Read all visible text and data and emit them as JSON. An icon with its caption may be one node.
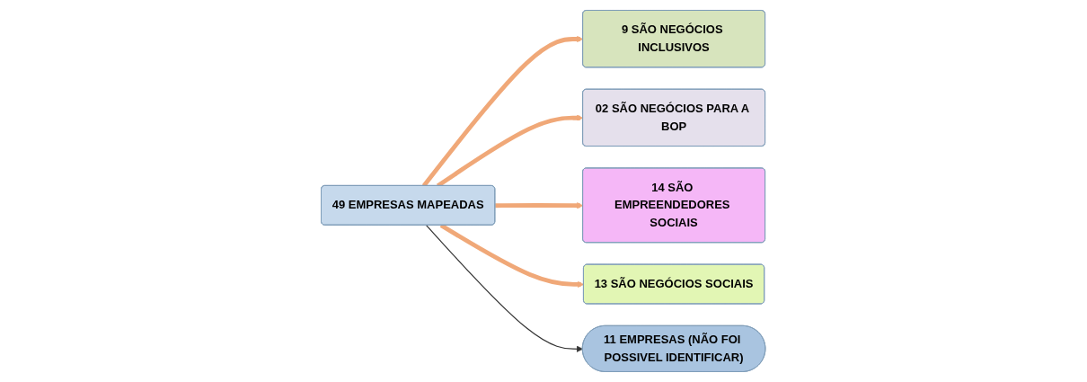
{
  "diagram": {
    "nodes": [
      {
        "text": [
          "49 EMPRESAS MAPEADAS"
        ]
      },
      {
        "text": [
          "9 SÃO NEGÓCIOS INCLUSIVOS"
        ]
      },
      {
        "text": [
          "02 SÃO NEGÓCIOS PARA A BOP"
        ]
      },
      {
        "text": [
          "14 SÃO EMPREENDEDORES SOCIAIS"
        ]
      },
      {
        "text": [
          "13 SÃO NEGÓCIOS SOCIAIS"
        ]
      },
      {
        "text": [
          "11 EMPRESAS (NÃO FOI POSSIVEL IDENTIFICAR)"
        ]
      }
    ],
    "edges": [
      {
        "from": 0,
        "to": 1,
        "arrow": "to"
      },
      {
        "from": 0,
        "to": 2,
        "arrow": "to"
      },
      {
        "from": 0,
        "to": 3,
        "arrow": "to"
      },
      {
        "from": 0,
        "to": 4,
        "arrow": "to"
      },
      {
        "from": 0,
        "to": 5,
        "arrow": "to",
        "color": "#333333"
      }
    ]
  }
}
